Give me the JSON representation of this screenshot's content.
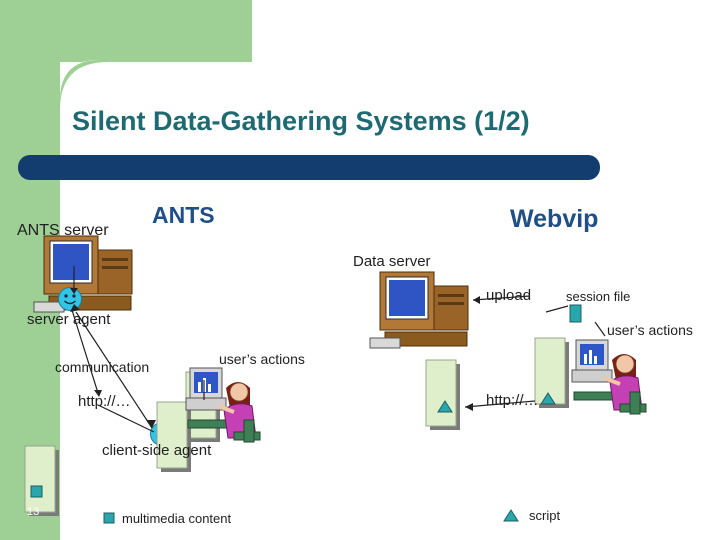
{
  "slide": {
    "title": "Silent Data-Gathering Systems (1/2)",
    "slide_number": "13"
  },
  "colors": {
    "green_accent": "#9ecf94",
    "title_text": "#1f6a72",
    "bar_navy": "#133d6e",
    "heading_text": "#1f4f86",
    "note_fill": "#dfeecb",
    "square_fill": "#2aa6ad"
  },
  "ants": {
    "heading": "ANTS",
    "server_label": "ANTS server",
    "server_agent_label": "server agent",
    "communication_label": "communication",
    "http_label": "http://…",
    "user_actions_label": "user’s actions",
    "client_agent_label": "client-side agent"
  },
  "webvip": {
    "heading": "Webvip",
    "data_server_label": "Data server",
    "upload_label": "upload",
    "session_file_label": "session file",
    "user_actions_label": "user’s actions",
    "http_label": "http://…"
  },
  "legend": {
    "multimedia_label": "multimedia content",
    "script_label": "script"
  },
  "icons": [
    "computer-icon",
    "smiley-icon",
    "user-at-computer-icon",
    "document-icon",
    "cyan-square-icon",
    "triangle-icon"
  ]
}
